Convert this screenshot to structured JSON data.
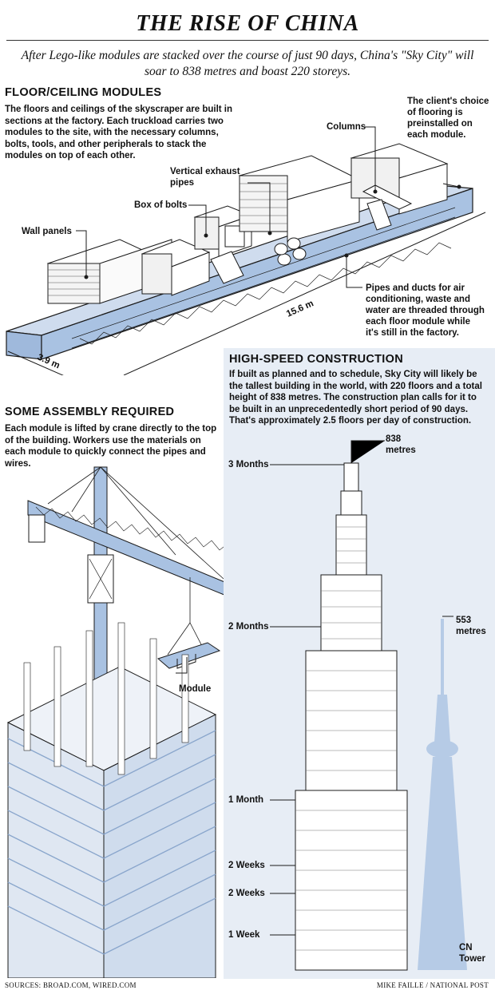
{
  "header": {
    "title": "THE RISE OF CHINA",
    "subtitle": "After Lego-like modules are stacked over the course of just 90 days, China's \"Sky City\" will soar to 838 metres and boast 220 storeys."
  },
  "floor_modules": {
    "heading": "FLOOR/CEILING MODULES",
    "body": "The floors and ceilings of the skyscraper are built in sections at the factory. Each truckload carries two modules to the site, with the necessary columns, bolts, tools, and other peripherals to stack the modules on top of each other.",
    "callouts": {
      "flooring": "The client's choice of flooring is preinstalled on each module.",
      "columns": "Columns",
      "exhaust": "Vertical exhaust pipes",
      "bolts": "Box of bolts",
      "wall_panels": "Wall panels",
      "pipes": "Pipes and ducts for air conditioning, waste and water are threaded through each floor module while it's still in the factory."
    },
    "dimensions": {
      "length": "15.6 m",
      "width": "3.9 m"
    }
  },
  "assembly": {
    "heading": "SOME ASSEMBLY REQUIRED",
    "body": "Each module is lifted by crane directly to the top of the building. Workers use the materials on each module to quickly connect the pipes and wires.",
    "module_label": "Module"
  },
  "construction": {
    "heading": "HIGH-SPEED CONSTRUCTION",
    "body": "If built as planned and to schedule, Sky City will likely be the tallest building in the world, with 220 floors and a total height of 838 metres. The construction plan calls for it to be built in an unprecedentedly short period of 90 days. That's approximately 2.5 floors per day of construction.",
    "sky_city_height": "838 metres",
    "cn_tower_height": "553 metres",
    "cn_tower_label": "CN Tower",
    "timeline": [
      "3 Months",
      "2 Months",
      "1 Month",
      "2 Weeks",
      "2 Weeks",
      "1 Week"
    ]
  },
  "footer": {
    "sources": "SOURCES: BROAD.COM, WIRED.COM",
    "credit": "MIKE FAILLE / NATIONAL POST"
  },
  "colors": {
    "module_blue": "#a9c2e2",
    "panel_bg": "#e7edf5",
    "tower_blue": "#b6cbe6",
    "line": "#1b1b1b"
  }
}
